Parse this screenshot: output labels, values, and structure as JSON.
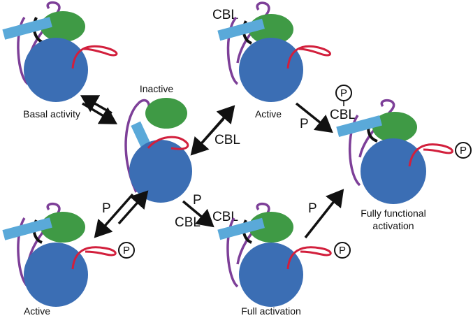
{
  "colors": {
    "blue_domain": "#3b6eb4",
    "green_domain": "#3f9a45",
    "light_blue_bar": "#5aa9d9",
    "purple_linker": "#7d3f98",
    "red_loop": "#d21f3c",
    "black_connector": "#111111"
  },
  "labels": {
    "basal": "Basal activity",
    "inactive": "Inactive",
    "active_top": "Active",
    "fully_functional_1": "Fully functional",
    "fully_functional_2": "activation",
    "active_bottom": "Active",
    "full_activation": "Full activation"
  },
  "text": {
    "cbl": "CBL",
    "p": "P",
    "phospho": "P"
  }
}
